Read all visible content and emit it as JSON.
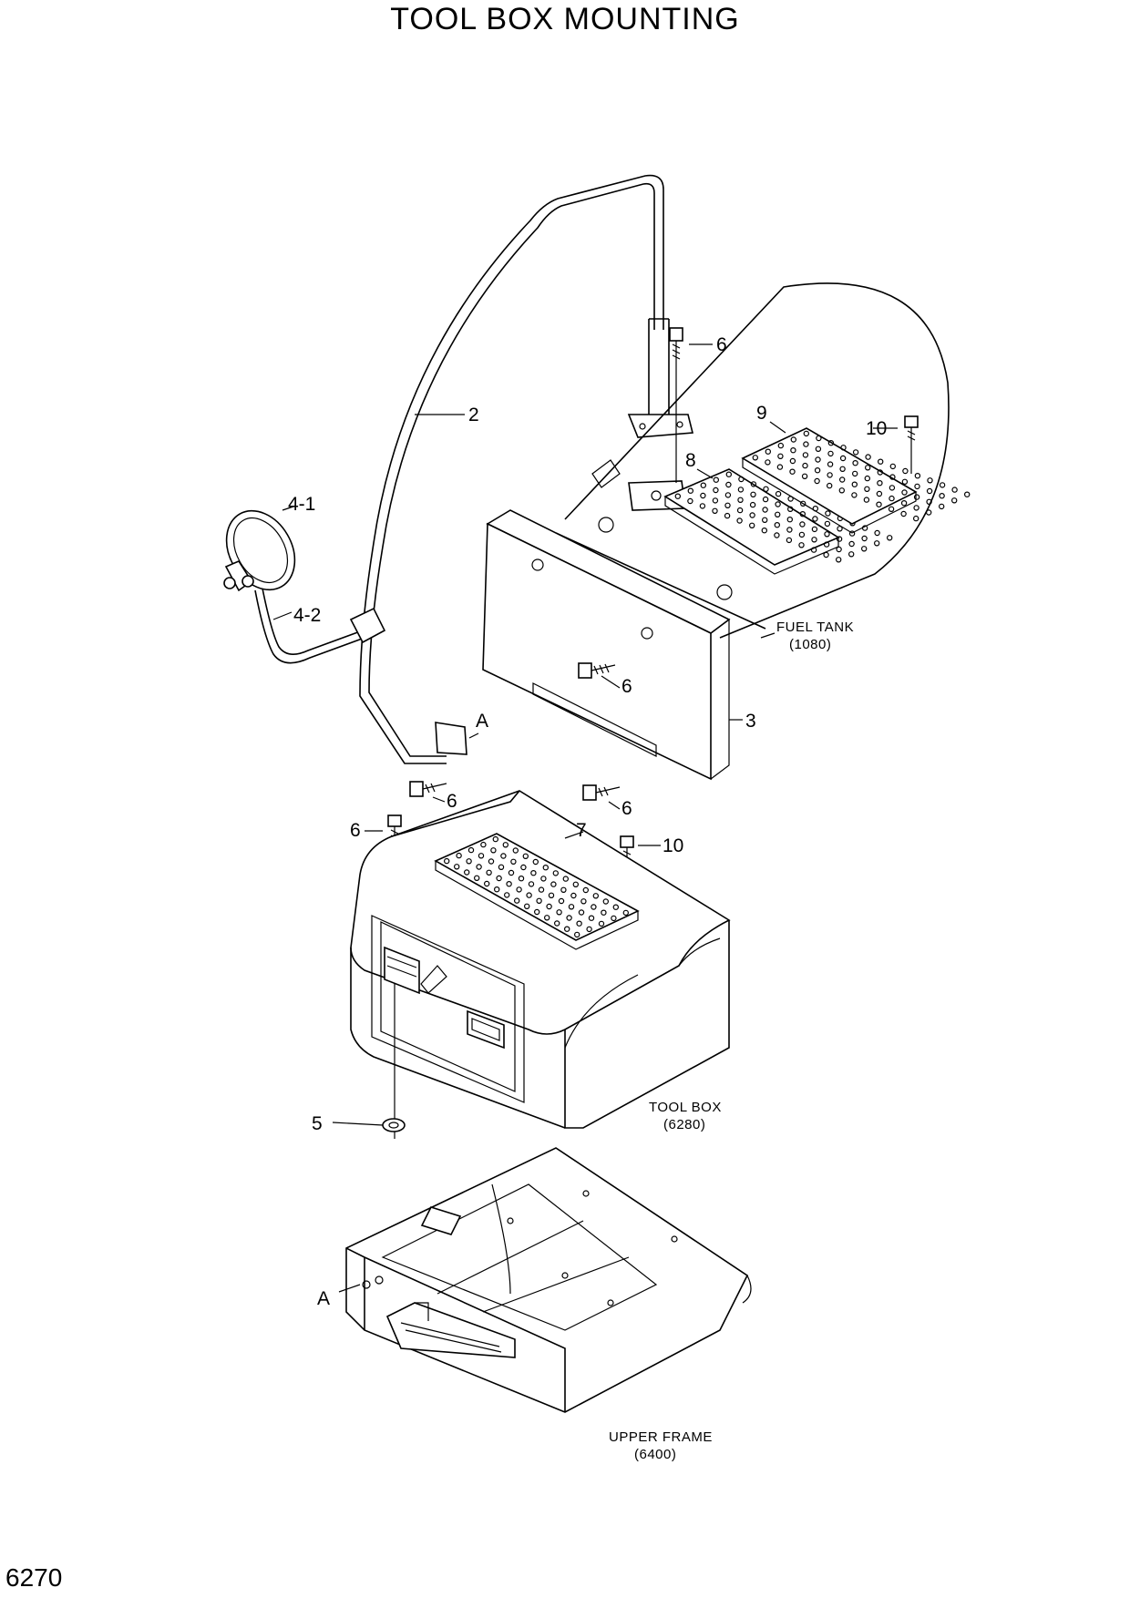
{
  "title": "TOOL BOX MOUNTING",
  "page_number": "6270",
  "callouts": [
    "2",
    "3",
    "4-1",
    "4-2",
    "5",
    "6",
    "7",
    "8",
    "9",
    "10",
    "A"
  ],
  "callout_6": "6",
  "callout_10": "10",
  "callout_a": "A",
  "references": {
    "fuel_tank": {
      "name": "FUEL TANK",
      "code": "(1080)"
    },
    "tool_box": {
      "name": "TOOL BOX",
      "code": "(6280)"
    },
    "upper_frame": {
      "name": "UPPER FRAME",
      "code": "(6400)"
    }
  }
}
